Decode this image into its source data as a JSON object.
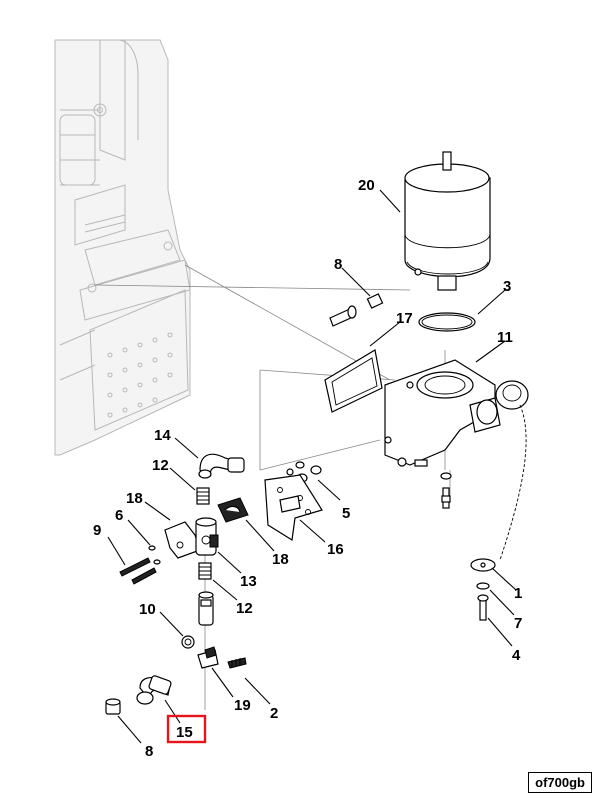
{
  "callouts": {
    "c1": "1",
    "c2": "2",
    "c3": "3",
    "c4": "4",
    "c5": "5",
    "c6": "6",
    "c7": "7",
    "c8_top": "8",
    "c8_bottom": "8",
    "c9": "9",
    "c10": "10",
    "c11": "11",
    "c12_upper": "12",
    "c12_lower": "12",
    "c13": "13",
    "c14": "14",
    "c15": "15",
    "c16": "16",
    "c17": "17",
    "c18_left": "18",
    "c18_right": "18",
    "c19": "19",
    "c20": "20"
  },
  "highlighted_callout": "15",
  "highlight_color": "#e8141b",
  "figure_code": "of700gb"
}
